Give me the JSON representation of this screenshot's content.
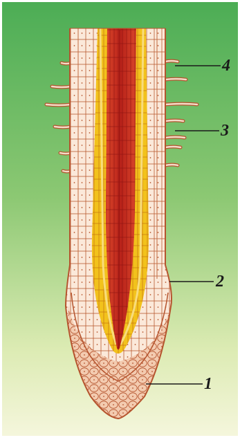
{
  "figure": {
    "labels": [
      {
        "id": "1",
        "text": "1"
      },
      {
        "id": "2",
        "text": "2"
      },
      {
        "id": "3",
        "text": "3"
      },
      {
        "id": "4",
        "text": "4"
      }
    ],
    "colors": {
      "background_top": "#4fb356",
      "background_bottom": "#f4f6d8",
      "cell_outline": "#b5542e",
      "cortex": "#fbe7d6",
      "pericycle": "#f2c21c",
      "stele": "#cc3020",
      "root_cap": "#f1c4a8"
    }
  }
}
